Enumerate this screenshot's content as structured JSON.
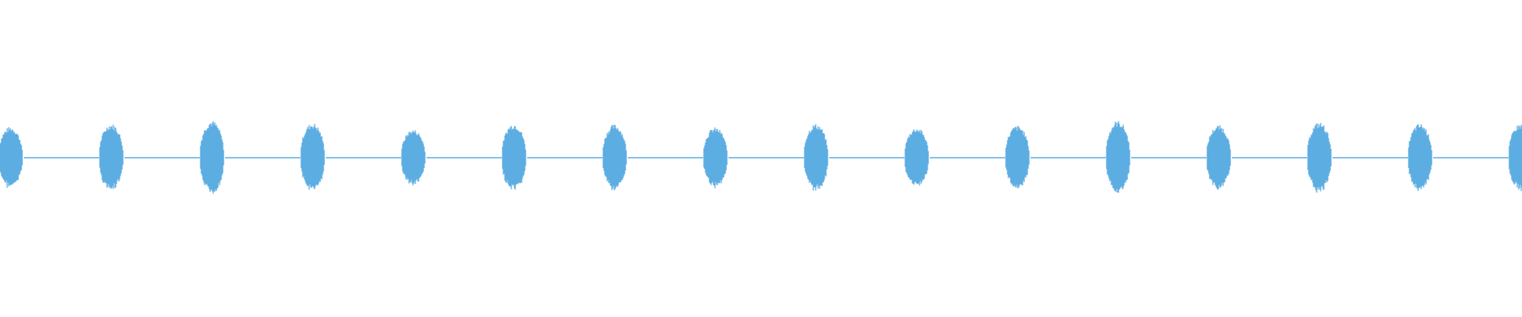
{
  "waveform": {
    "color": "#5dade2",
    "background": "#ffffff",
    "burst_count": 16,
    "burst_peak_amplitudes": [
      0.82,
      0.9,
      0.98,
      0.92,
      0.75,
      0.91,
      0.88,
      0.8,
      0.9,
      0.8,
      0.85,
      0.98,
      0.86,
      0.94,
      0.9,
      0.9
    ],
    "note": ""
  }
}
